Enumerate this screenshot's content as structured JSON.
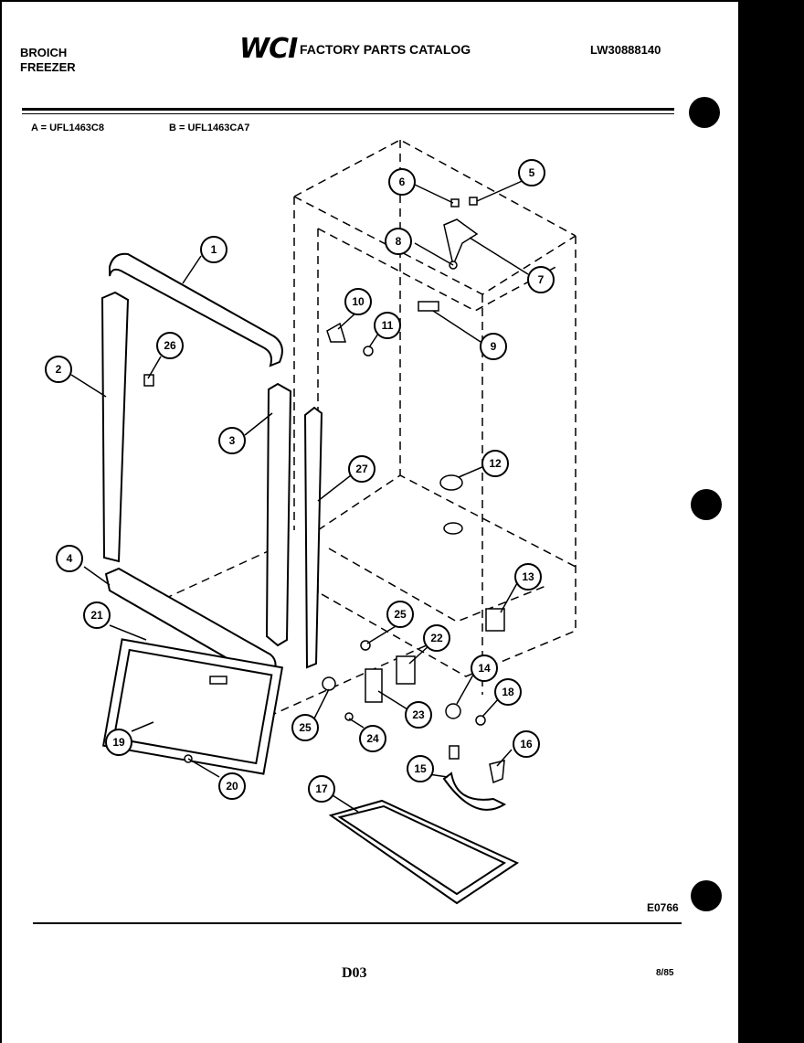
{
  "header": {
    "brand_line1": "BROICH",
    "brand_line2": "FREEZER",
    "logo": "WCI",
    "catalog_title": "FACTORY PARTS CATALOG",
    "document_number": "LW30888140"
  },
  "models": {
    "a": "A = UFL1463C8",
    "b": "B = UFL1463CA7"
  },
  "footer": {
    "figure_code": "E0766",
    "page_code": "D03",
    "date_code": "8/85"
  },
  "callouts": [
    "1",
    "2",
    "3",
    "4",
    "5",
    "6",
    "7",
    "8",
    "9",
    "10",
    "11",
    "12",
    "13",
    "14",
    "15",
    "16",
    "17",
    "18",
    "19",
    "20",
    "21",
    "22",
    "23",
    "24",
    "25",
    "25",
    "26",
    "27"
  ]
}
